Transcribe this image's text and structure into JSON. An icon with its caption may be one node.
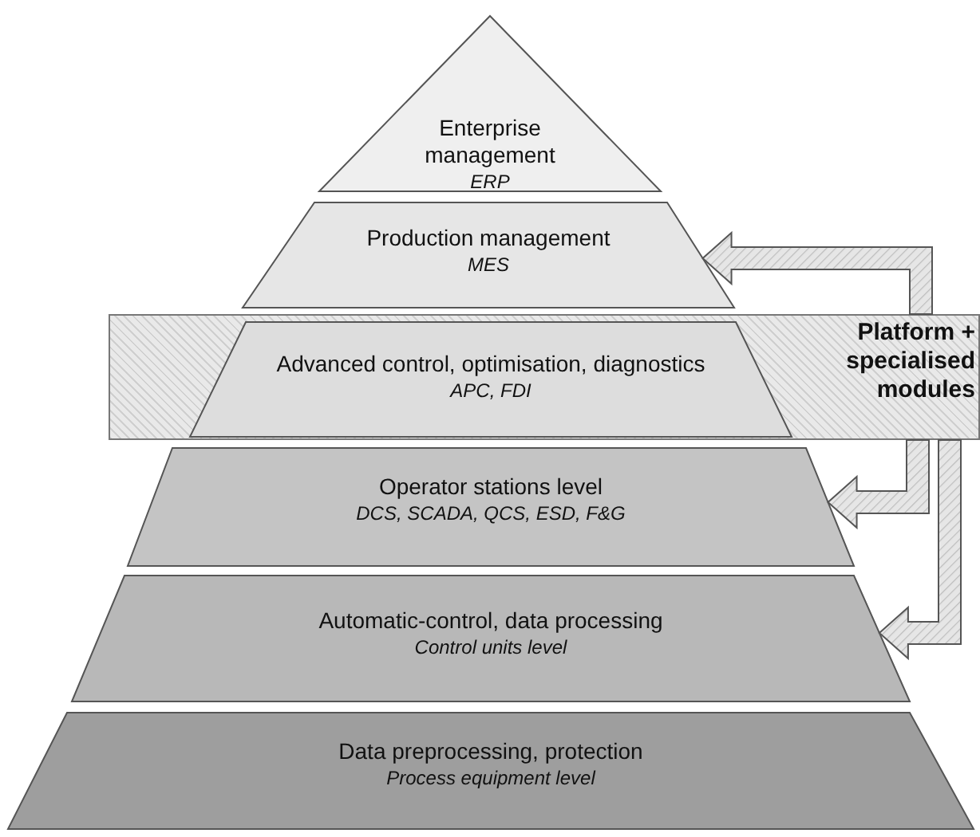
{
  "diagram": {
    "nodes": [
      {
        "text": [
          "Enterprise management",
          "ERP"
        ]
      },
      {
        "text": [
          "Production management",
          "MES"
        ]
      },
      {
        "text": [
          "Platform + specialised modules"
        ]
      },
      {
        "text": [
          "Advanced control, optimisation, diagnostics",
          "APC, FDI"
        ],
        "in": 2
      },
      {
        "text": [
          "Operator stations level",
          "DCS, SCADA, QCS, ESD, F&G"
        ]
      },
      {
        "text": [
          "Automatic-control, data processing",
          "Control units level"
        ]
      },
      {
        "text": [
          "Data preprocessing, protection",
          "Process equipment level"
        ]
      }
    ],
    "edges": [
      {
        "from": 2,
        "to": 1,
        "arrow": "to"
      },
      {
        "from": 2,
        "to": 4,
        "arrow": "to"
      },
      {
        "from": 2,
        "to": 5,
        "arrow": "to"
      }
    ]
  }
}
